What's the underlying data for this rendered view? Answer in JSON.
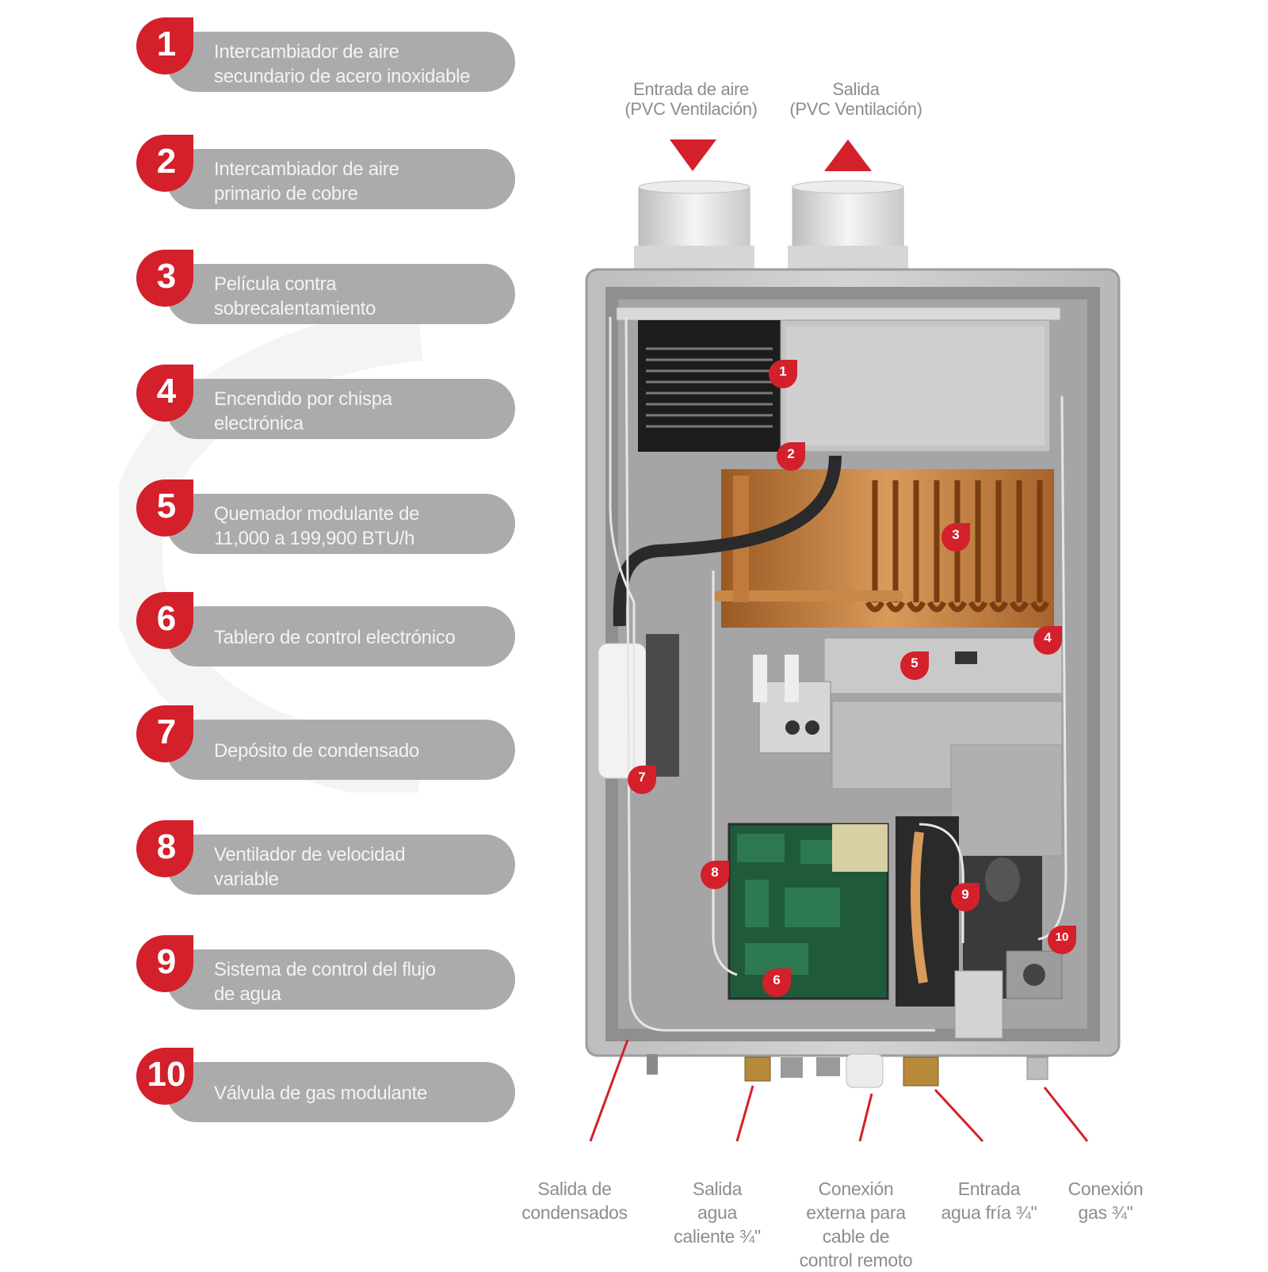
{
  "colors": {
    "accent": "#d3202b",
    "pill": "#ababab",
    "pill_text": "#f3f3f3",
    "label_text": "#8d8d8d"
  },
  "legend": [
    {
      "number": "1",
      "text": "Intercambiador de aire\nsecundario de acero inoxidable"
    },
    {
      "number": "2",
      "text": "Intercambiador de aire\nprimario de cobre"
    },
    {
      "number": "3",
      "text": "Película contra\nsobrecalentamiento"
    },
    {
      "number": "4",
      "text": "Encendido por chispa\nelectrónica"
    },
    {
      "number": "5",
      "text": "Quemador modulante de\n11,000 a 199,900 BTU/h"
    },
    {
      "number": "6",
      "text": "Tablero de control electrónico"
    },
    {
      "number": "7",
      "text": "Depósito de condensado"
    },
    {
      "number": "8",
      "text": "Ventilador de velocidad\n variable"
    },
    {
      "number": "9",
      "text": "Sistema de control del flujo\nde agua"
    },
    {
      "number": "10",
      "text": "Válvula de gas modulante"
    }
  ],
  "flow": {
    "inlet": {
      "title": "Entrada de aire",
      "subtitle": "(PVC Ventilación)"
    },
    "outlet": {
      "title": "Salida",
      "subtitle": "(PVC Ventilación)"
    }
  },
  "markers": [
    "1",
    "2",
    "3",
    "4",
    "5",
    "6",
    "7",
    "8",
    "9",
    "10"
  ],
  "connections": [
    "Salida de\ncondensados",
    "Salida\nagua\ncaliente ¾\"",
    "Conexión\nexterna para\ncable de\ncontrol remoto",
    "Entrada\nagua fría ¾\"",
    "Conexión\ngas ¾\""
  ]
}
